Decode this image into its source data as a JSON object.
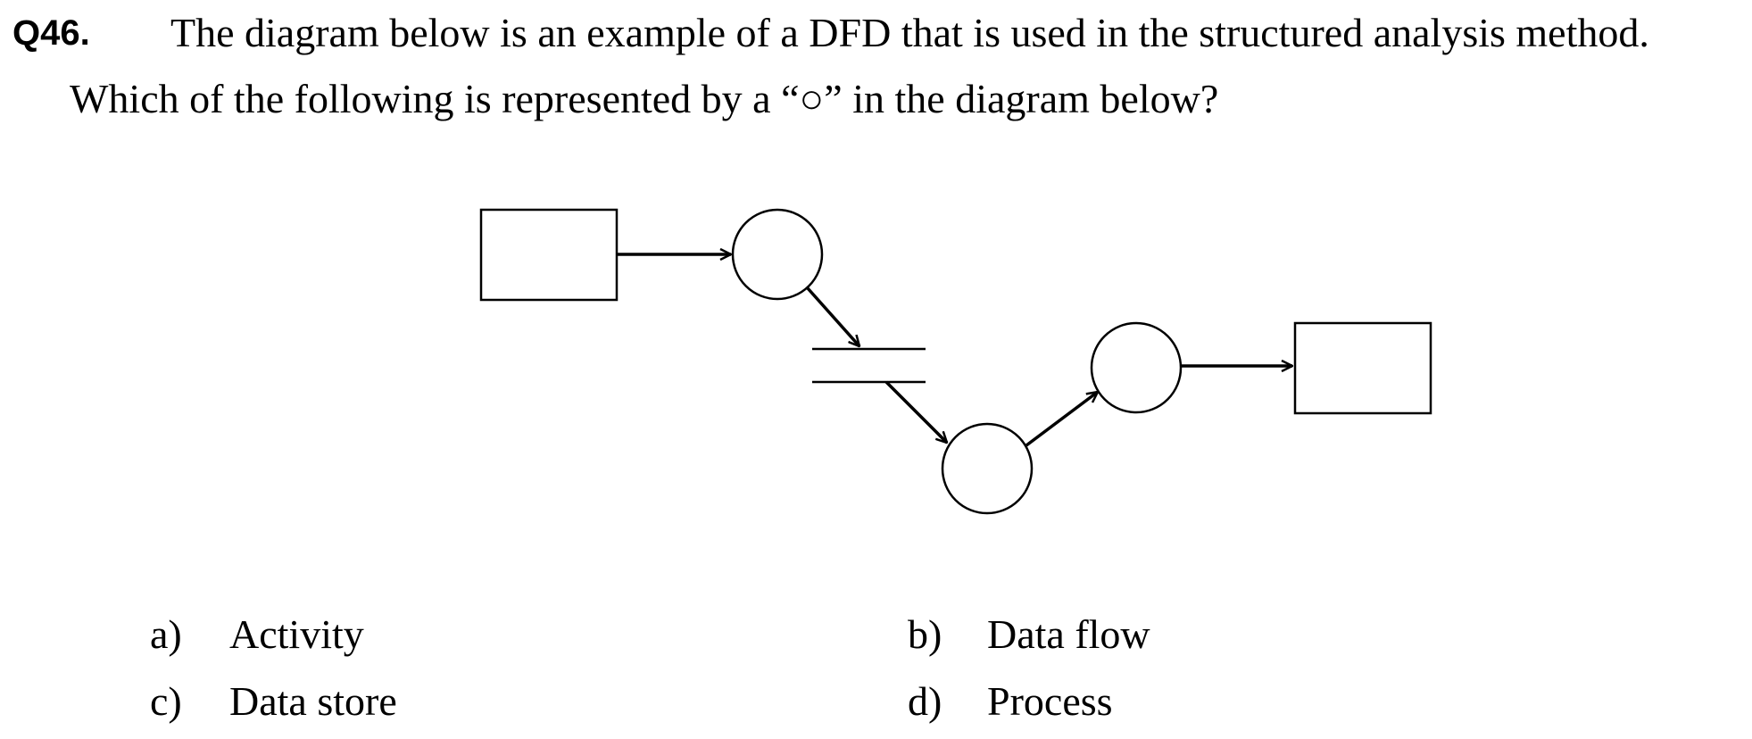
{
  "question": {
    "number": "Q46.",
    "line1": "The diagram below is an example of a DFD that is used in the structured analysis method.",
    "line2": "Which of the following is represented by a “○” in the diagram below?"
  },
  "choices": [
    {
      "letter": "a)",
      "text": "Activity"
    },
    {
      "letter": "b)",
      "text": "Data flow"
    },
    {
      "letter": "c)",
      "text": "Data store"
    },
    {
      "letter": "d)",
      "text": "Process"
    }
  ]
}
